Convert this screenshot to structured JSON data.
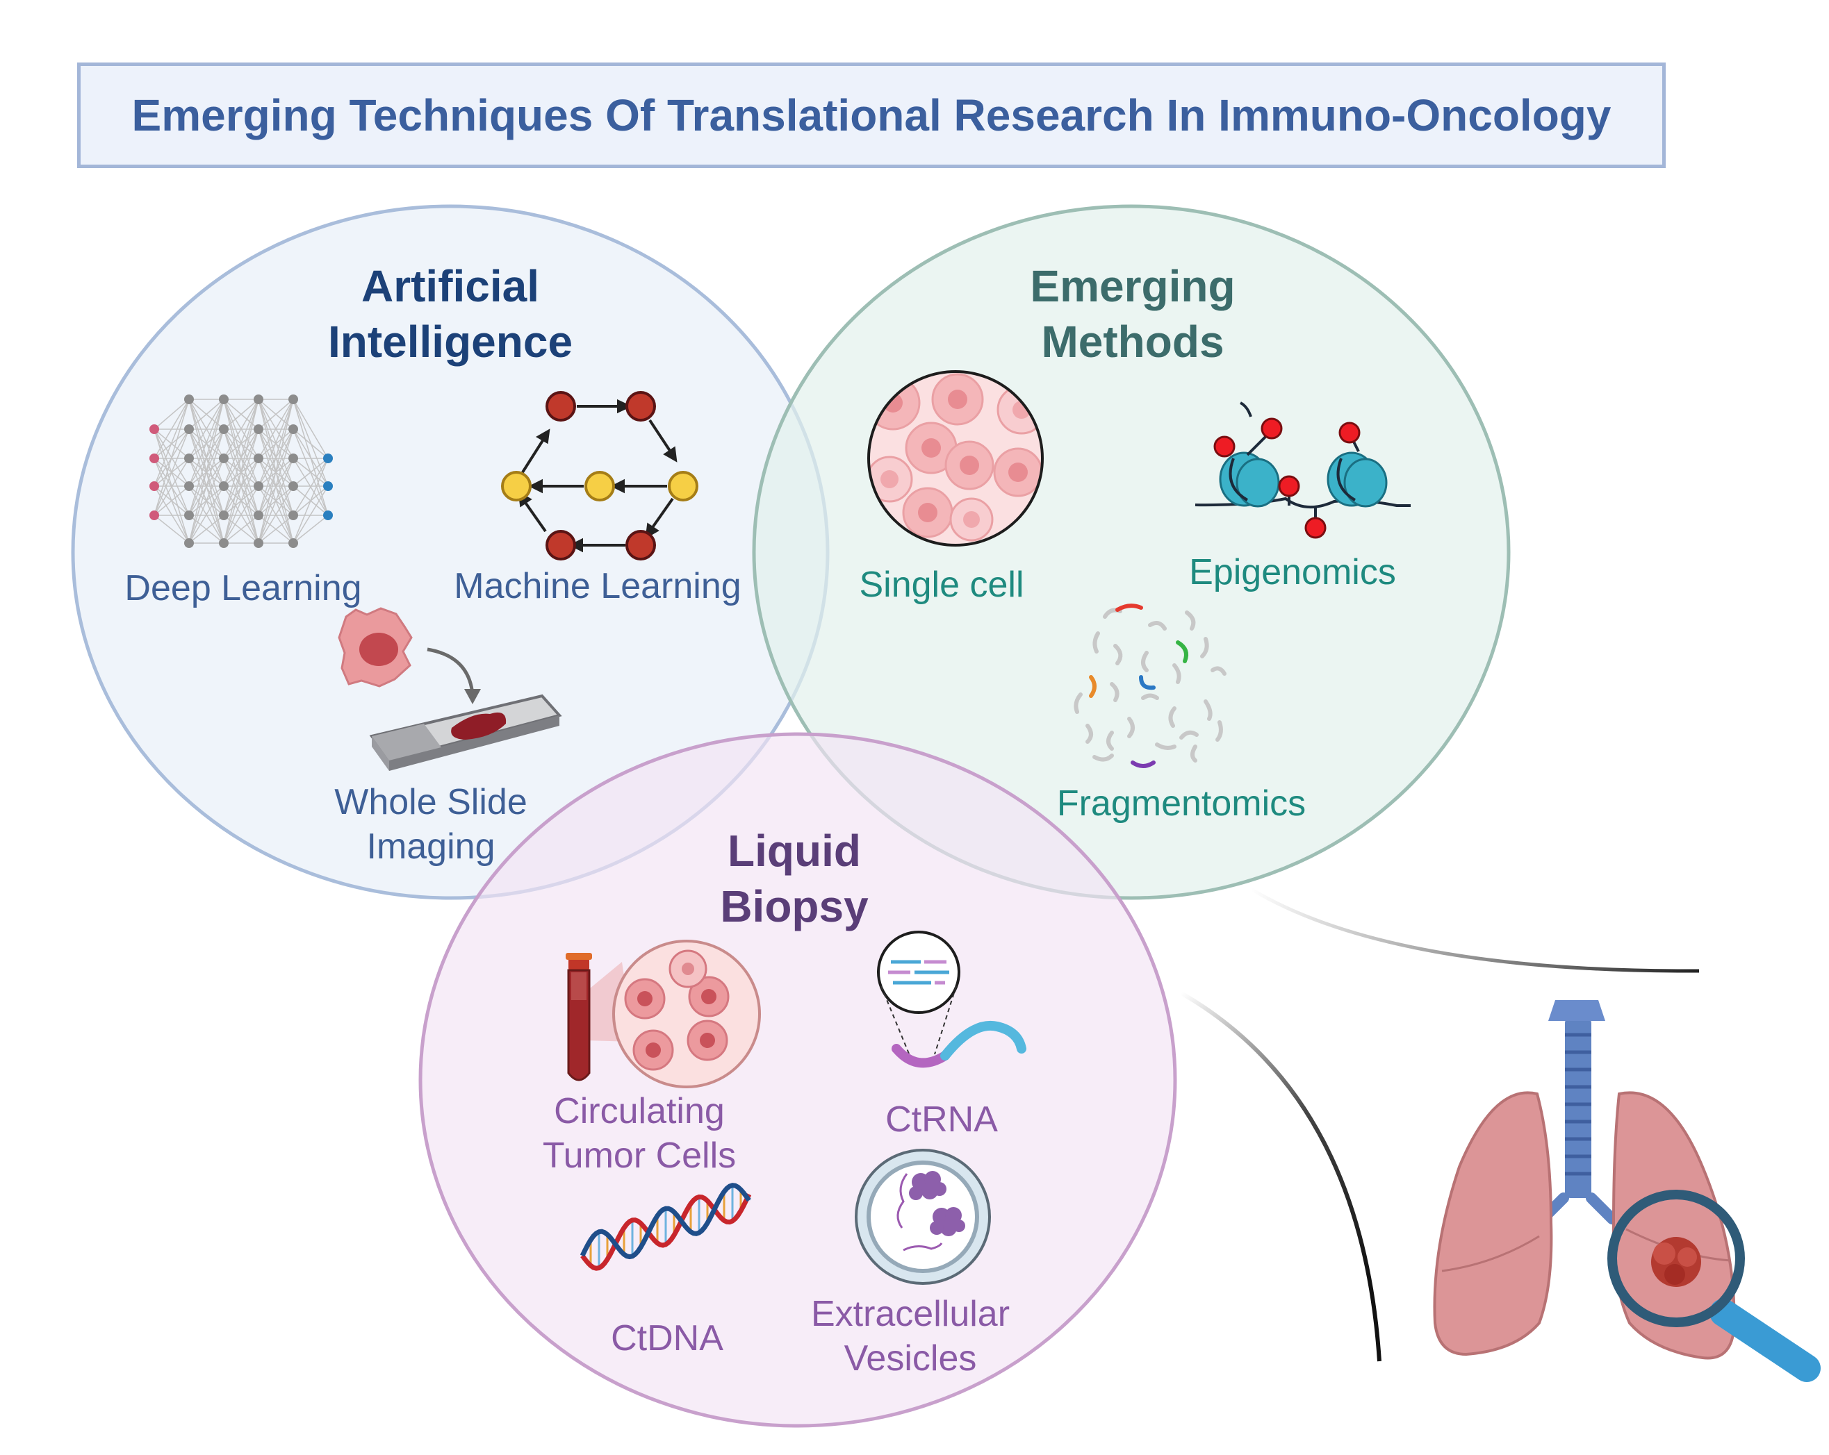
{
  "title": "Emerging Techniques Of Translational Research In Immuno-Oncology",
  "circles": {
    "ai": {
      "heading": [
        "Artificial",
        "Intelligence"
      ],
      "items": {
        "deep_learning": "Deep Learning",
        "machine_learning": "Machine Learning",
        "wsi": [
          "Whole Slide",
          "Imaging"
        ]
      }
    },
    "emerging": {
      "heading": [
        "Emerging",
        "Methods"
      ],
      "items": {
        "single_cell": "Single cell",
        "epigenomics": "Epigenomics",
        "fragmentomics": "Fragmentomics"
      }
    },
    "liquid": {
      "heading": [
        "Liquid",
        "Biopsy"
      ],
      "items": {
        "ctc": [
          "Circulating",
          "Tumor Cells"
        ],
        "ctrna": "CtRNA",
        "ctdna": "CtDNA",
        "ev": [
          "Extracellular",
          "Vesicles"
        ]
      }
    }
  },
  "colors": {
    "ai_fill": "#eef3fa",
    "ai_stroke": "#a9bddb",
    "em_fill": "#e7f3ef",
    "em_stroke": "#9dbeb4",
    "lb_fill": "#f5e9f6",
    "lb_stroke": "#c8a0cc"
  }
}
